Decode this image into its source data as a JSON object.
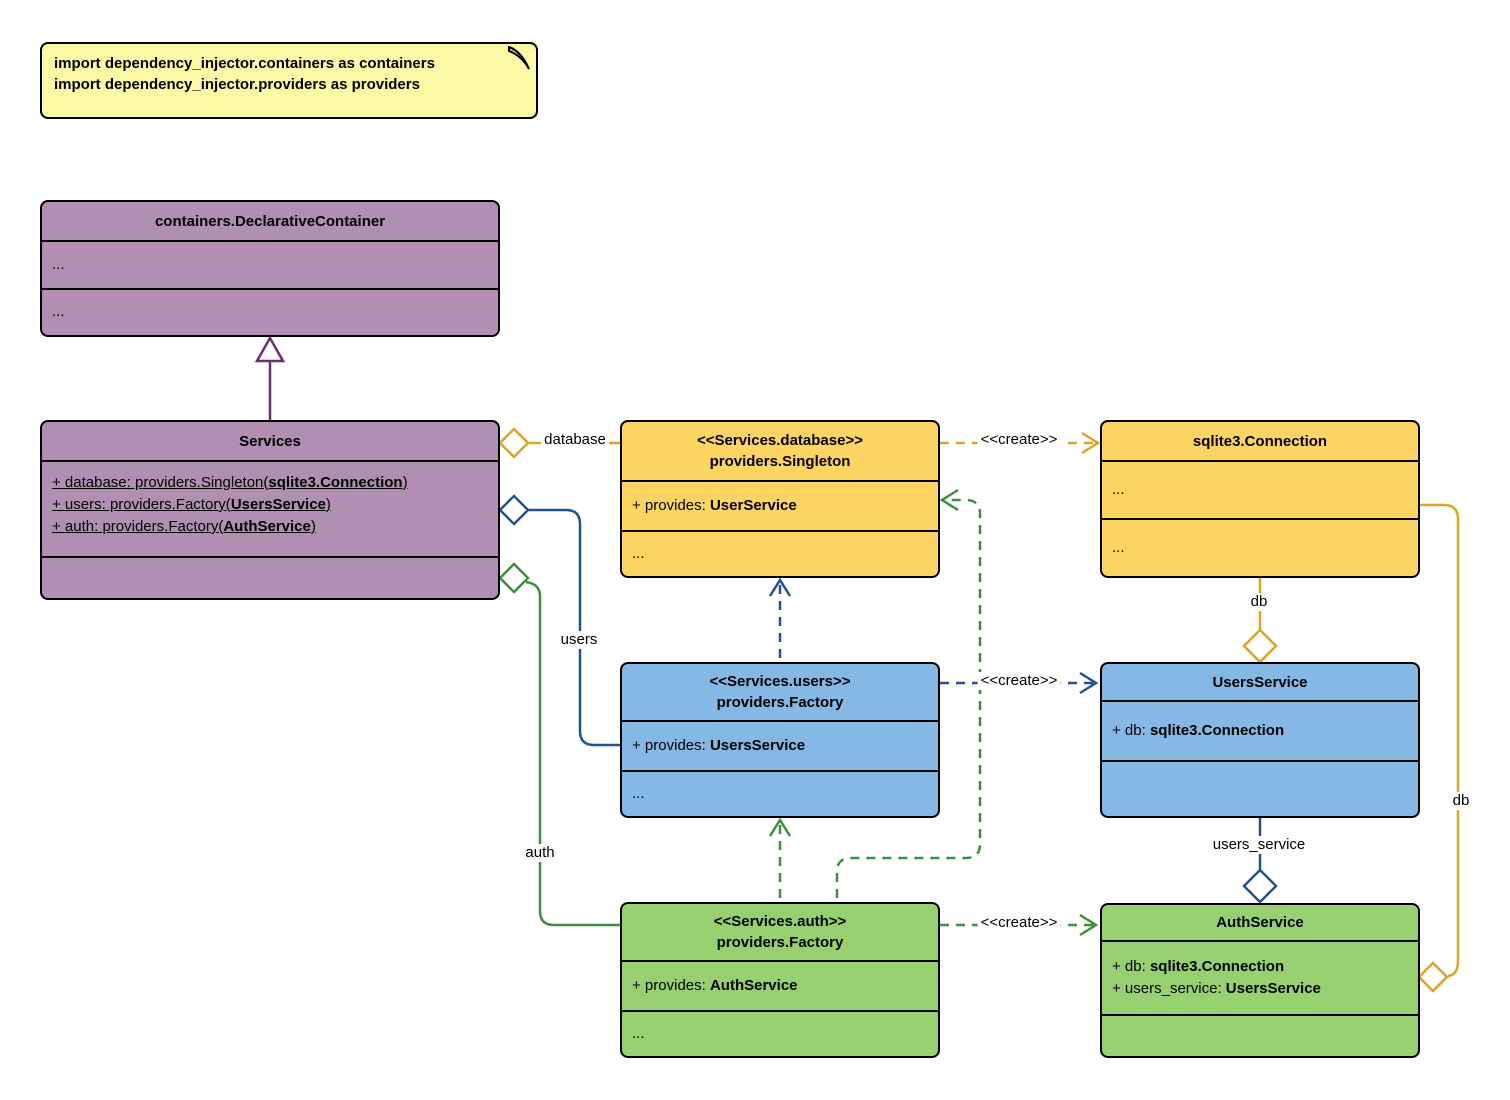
{
  "note": {
    "line1": "import dependency_injector.containers as containers",
    "line2": "import dependency_injector.providers as providers"
  },
  "colors": {
    "purple_fill": "#b18fb2",
    "purple_line": "#6c2d73",
    "yellow_fill": "#fcd462",
    "yellow_line": "#d9a525",
    "blue_fill": "#85b8e4",
    "blue_line": "#24518f",
    "green_fill": "#97d071",
    "green_line": "#3e8e41",
    "note_fill": "#fbf9a5"
  },
  "boxes": {
    "declarative_container": {
      "title": "containers.DeclarativeContainer",
      "row1": "...",
      "row2": "..."
    },
    "services": {
      "title": "Services",
      "attrs": [
        {
          "pre": "+ database: providers.Singleton(",
          "bold": "sqlite3.Connection",
          "post": ")"
        },
        {
          "pre": "+ users: providers.Factory(",
          "bold": "UsersService",
          "post": ")"
        },
        {
          "pre": "+ auth: providers.Factory(",
          "bold": "AuthService",
          "post": ")"
        }
      ]
    },
    "database_singleton": {
      "stereotype": "<<Services.database>>",
      "title": "providers.Singleton",
      "attr": {
        "pre": "+ provides: ",
        "bold": "UserService",
        "post": ""
      },
      "more": "..."
    },
    "sqlite_connection": {
      "title": "sqlite3.Connection",
      "row1": "...",
      "row2": "..."
    },
    "users_factory": {
      "stereotype": "<<Services.users>>",
      "title": "providers.Factory",
      "attr": {
        "pre": "+ provides: ",
        "bold": "UsersService",
        "post": ""
      },
      "more": "..."
    },
    "users_service": {
      "title": "UsersService",
      "attr": {
        "pre": "+ db: ",
        "bold": "sqlite3.Connection",
        "post": ""
      }
    },
    "auth_factory": {
      "stereotype": "<<Services.auth>>",
      "title": "providers.Factory",
      "attr": {
        "pre": "+ provides: ",
        "bold": "AuthService",
        "post": ""
      },
      "more": "..."
    },
    "auth_service": {
      "title": "AuthService",
      "attrs": [
        {
          "pre": "+ db: ",
          "bold": "sqlite3.Connection",
          "post": ""
        },
        {
          "pre": "+ users_service: ",
          "bold": "UsersService",
          "post": ""
        }
      ]
    }
  },
  "edge_labels": {
    "database": "database",
    "users": "users",
    "auth": "auth",
    "create_database": "<<create>>",
    "create_users": "<<create>>",
    "create_auth": "<<create>>",
    "db_mid": "db",
    "users_service": "users_service",
    "db_right": "db"
  }
}
